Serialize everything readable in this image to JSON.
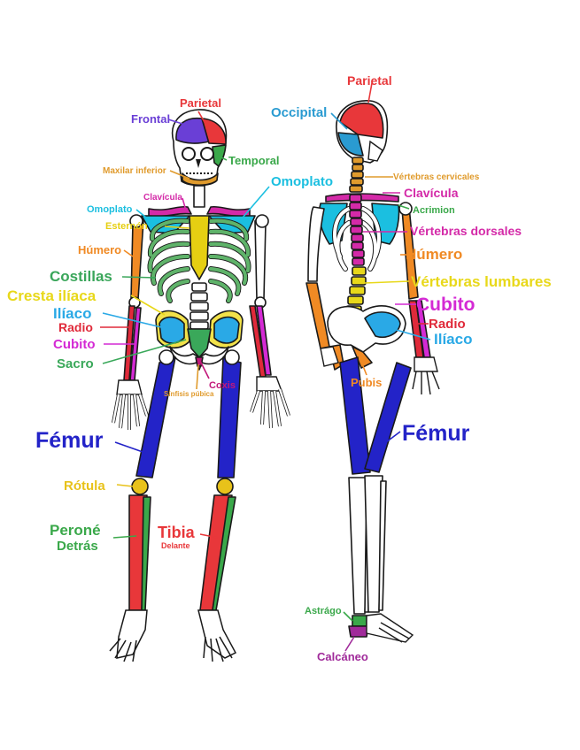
{
  "colors": {
    "parietal": "#e8373a",
    "frontal": "#6a3fd6",
    "occipital": "#2a9bd1",
    "temporal": "#3aa84a",
    "maxilar": "#e09b2d",
    "clavicula": "#d42aa8",
    "omoplato": "#1bbfe0",
    "esternon": "#e6cf12",
    "humero": "#f08a24",
    "costillas": "#3aa65a",
    "cresta": "#e8d81a",
    "iliaco": "#2aa9e6",
    "radio": "#e02a3a",
    "cubito": "#d42ad4",
    "sacro": "#3aa85a",
    "coxis": "#c2187a",
    "sinfisis": "#e09b2d",
    "femur": "#2323c8",
    "rotula": "#e8c21a",
    "perone": "#3aa84a",
    "tibia": "#e8373a",
    "vertebras_cervicales": "#e09b2d",
    "vertebras_dorsales": "#d42aa8",
    "vertebras_lumbares": "#e8d81a",
    "acrimion": "#3aa84a",
    "pubis": "#f08a24",
    "astrago": "#3aa84a",
    "calcaneo": "#a02a9a"
  },
  "front": {
    "parietal": "Parietal",
    "frontal": "Frontal",
    "temporal": "Temporal",
    "maxilar": "Maxilar inferior",
    "clavicula": "Clavícula",
    "omoplato_small": "Omoplato",
    "omoplato_big": "Omoplato",
    "esternon": "Esternón",
    "humero": "Húmero",
    "costillas": "Costillas",
    "cresta": "Cresta ilíaca",
    "iliaco": "Ilíaco",
    "radio": "Radio",
    "cubito": "Cubito",
    "sacro": "Sacro",
    "coxis": "Coxis",
    "sinfisis": "Sínfisis púbica",
    "femur": "Fémur",
    "rotula": "Rótula",
    "perone_1": "Peroné",
    "perone_2": "Detrás",
    "tibia": "Tibia",
    "tibia_sub": "Delante"
  },
  "back": {
    "parietal": "Parietal",
    "occipital": "Occipital",
    "vertebras_cervicales": "Vértebras cervicales",
    "clavicula": "Clavícula",
    "acrimion": "Acrimion",
    "vertebras_dorsales": "Vértebras dorsales",
    "humero": "Húmero",
    "vertebras_lumbares": "Vértebras lumbares",
    "cubito": "Cubito",
    "radio": "Radio",
    "iliaco": "Ilíaco",
    "pubis": "Pubis",
    "femur": "Fémur",
    "astrago": "Astrágo",
    "calcaneo": "Calcáneo"
  }
}
